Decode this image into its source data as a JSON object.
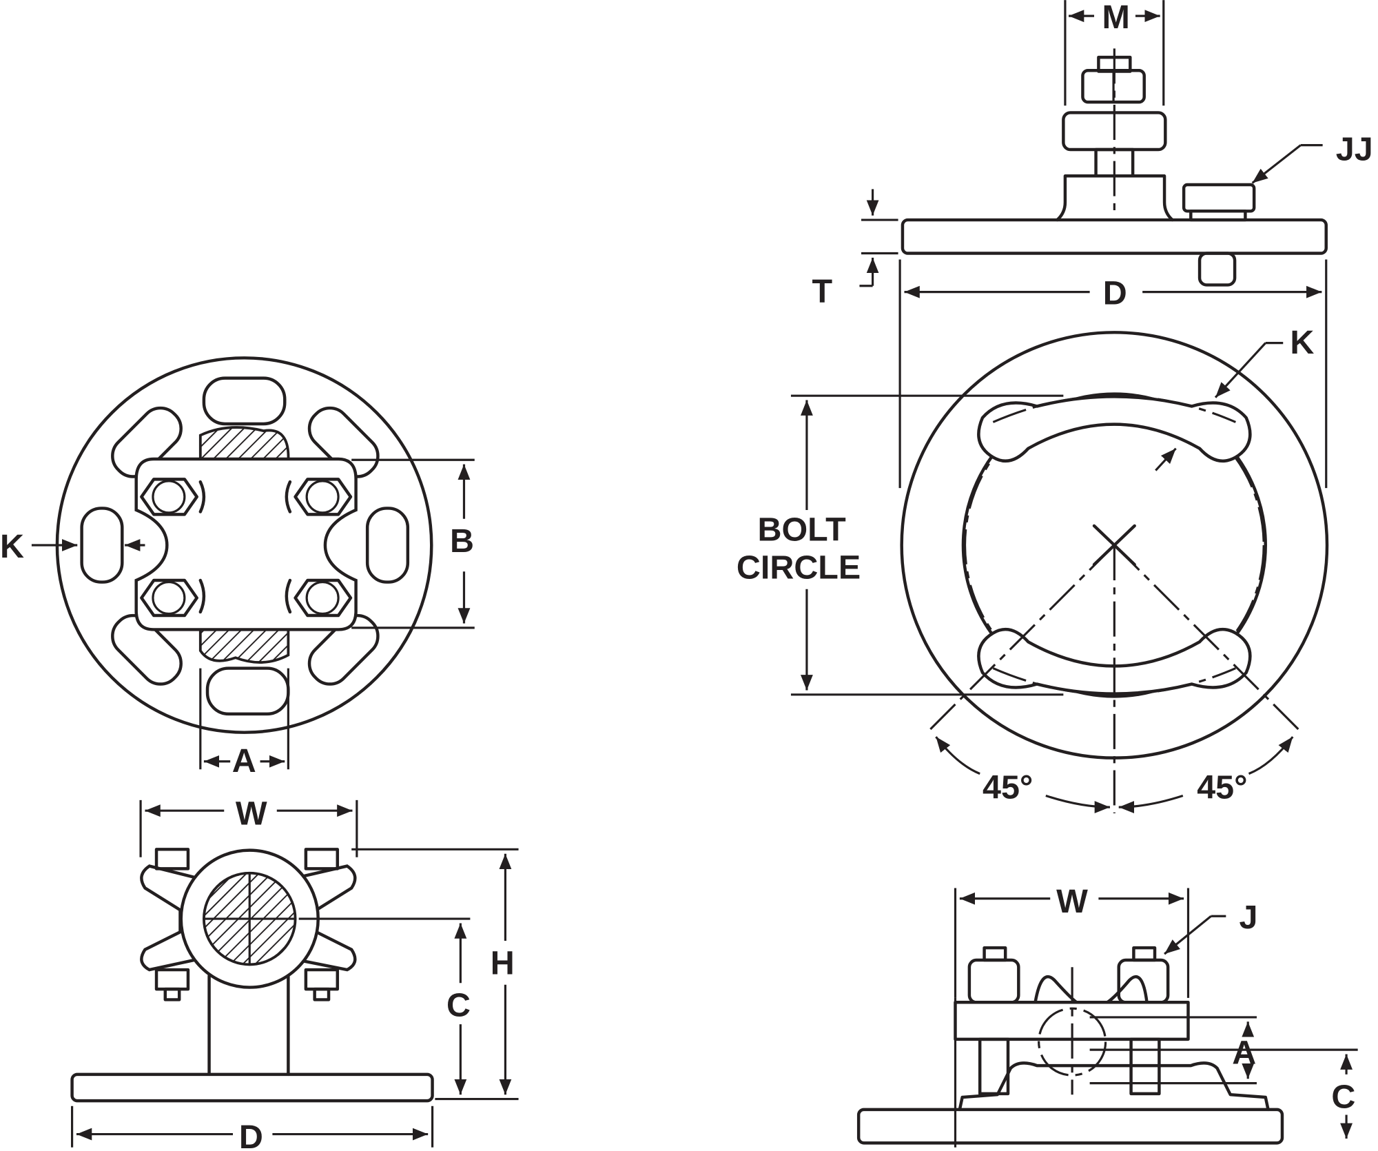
{
  "drawing": {
    "top_left_view": {
      "labels": {
        "k": "K",
        "b": "B",
        "a": "A"
      }
    },
    "bottom_left_view": {
      "labels": {
        "w": "W",
        "h": "H",
        "c": "C",
        "d": "D"
      }
    },
    "top_right_view": {
      "labels": {
        "m": "M",
        "jj": "JJ",
        "t": "T",
        "d": "D"
      }
    },
    "middle_right_view": {
      "labels": {
        "k": "K",
        "bolt": "BOLT",
        "circle": "CIRCLE",
        "angle_left": "45°",
        "angle_right": "45°"
      }
    },
    "bottom_right_view": {
      "labels": {
        "w": "W",
        "j": "J",
        "a": "A",
        "c": "C"
      }
    }
  }
}
